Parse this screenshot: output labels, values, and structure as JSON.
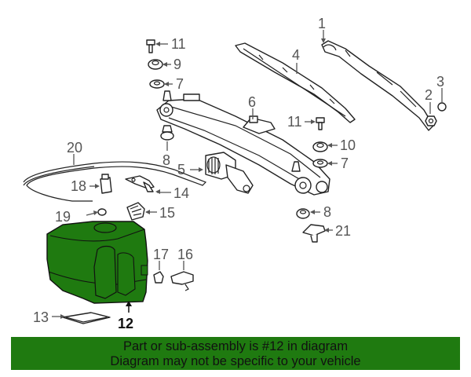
{
  "callouts": {
    "c1": "1",
    "c2": "2",
    "c3": "3",
    "c4": "4",
    "c5": "5",
    "c6": "6",
    "c7a": "7",
    "c7b": "7",
    "c8a": "8",
    "c8b": "8",
    "c9": "9",
    "c10": "10",
    "c11a": "11",
    "c11b": "11",
    "c12": "12",
    "c13": "13",
    "c14": "14",
    "c15": "15",
    "c16": "16",
    "c17": "17",
    "c18": "18",
    "c19": "19",
    "c20": "20",
    "c21": "21"
  },
  "highlight_part": "12",
  "colors": {
    "highlight": "#1f7a10",
    "banner": "#1f7a10",
    "callout_text": "#555555"
  },
  "banner": {
    "line1": "Part or sub-assembly is #12 in diagram",
    "line2": "Diagram may not be specific to your vehicle"
  }
}
